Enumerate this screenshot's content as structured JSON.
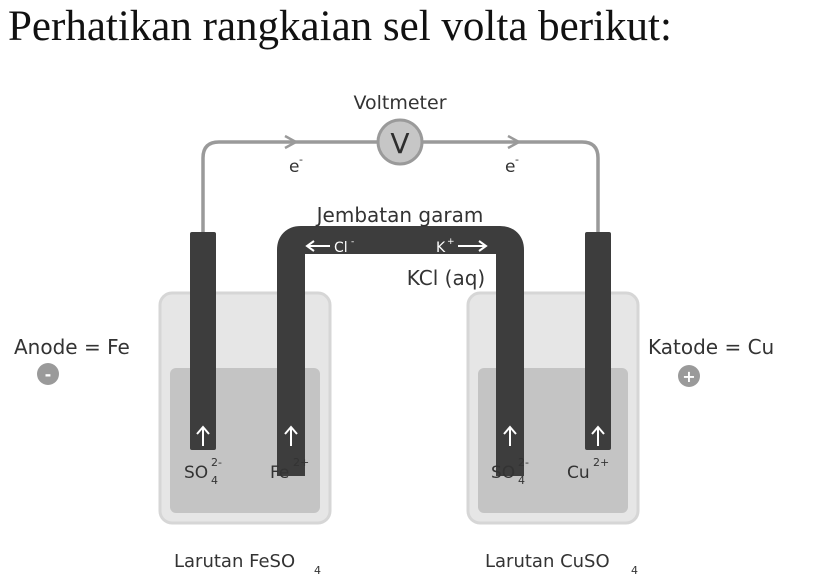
{
  "heading": "Perhatikan rangkaian sel volta berikut:",
  "diagram": {
    "voltmeter_label": "Voltmeter",
    "voltmeter_symbol": "V",
    "electron_left": {
      "base": "e",
      "sup": "-"
    },
    "electron_right": {
      "base": "e",
      "sup": "-"
    },
    "salt_bridge_label": "Jembatan garam",
    "bridge_anion": {
      "base": "Cl",
      "sup": "-"
    },
    "bridge_cation": {
      "base": "K",
      "sup": "+"
    },
    "bridge_solution": "KCl (aq)",
    "anode_label": "Anode = Fe",
    "anode_sign": "-",
    "cathode_label": "Katode = Cu",
    "cathode_sign": "+",
    "left_ion_1": {
      "base": "SO",
      "sub": "4",
      "sup": "2-"
    },
    "left_ion_2": {
      "base": "Fe",
      "sup": "2+"
    },
    "right_ion_1": {
      "base": "SO",
      "sub": "4",
      "sup": "2-"
    },
    "right_ion_2": {
      "base": "Cu",
      "sup": "2+"
    },
    "left_solution": {
      "text": "Larutan FeSO",
      "sub": "4"
    },
    "right_solution": {
      "text": "Larutan CuSO",
      "sub": "4"
    },
    "colors": {
      "electrode": "#3d3d3d",
      "wire": "#9a9a9a",
      "liquid": "#c4c4c4",
      "beaker": "#e6e6e6",
      "beaker_edge": "#d6d6d6",
      "voltmeter_fill": "#c6c6c6"
    }
  }
}
